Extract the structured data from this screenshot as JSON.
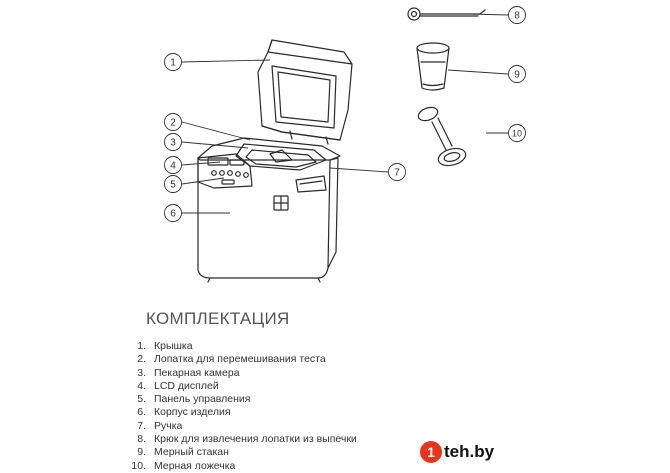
{
  "diagram": {
    "callouts": [
      "1",
      "2",
      "3",
      "4",
      "5",
      "6",
      "7",
      "8",
      "9",
      "10"
    ]
  },
  "section_title": "КОМПЛЕКТАЦИЯ",
  "parts": [
    {
      "num": "1.",
      "label": "Крышка"
    },
    {
      "num": "2.",
      "label": "Лопатка для перемешивания теста"
    },
    {
      "num": "3.",
      "label": "Пекарная камера"
    },
    {
      "num": "4.",
      "label": "LCD дисплей"
    },
    {
      "num": "5.",
      "label": "Панель управления"
    },
    {
      "num": "6.",
      "label": "Корпус изделия"
    },
    {
      "num": "7.",
      "label": "Ручка"
    },
    {
      "num": "8.",
      "label": "Крюк для извлечения лопатки из выпечки"
    },
    {
      "num": "9.",
      "label": "Мерный стакан"
    },
    {
      "num": "10.",
      "label": "Мерная ложечка"
    }
  ],
  "watermark": {
    "badge": "1",
    "text": "teh.by"
  }
}
